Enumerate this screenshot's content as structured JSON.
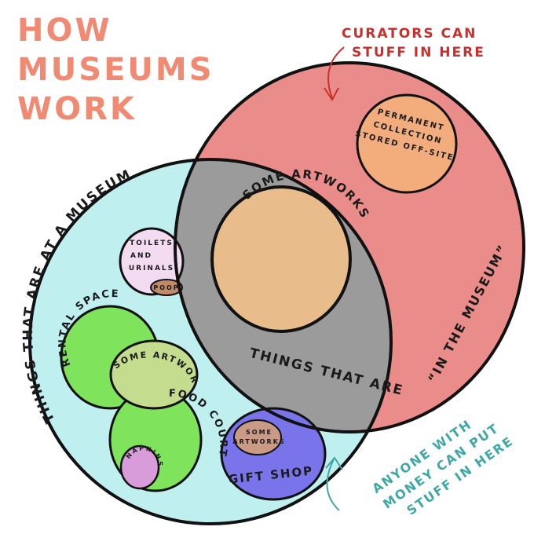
{
  "title_lines": [
    "HOW",
    "MUSEUMS",
    "WORK"
  ],
  "curators_note": [
    "CURATORS CAN",
    "STUFF IN HERE"
  ],
  "money_note": [
    "ANYONE WITH",
    "MONEY CAN PUT",
    "STUFF IN HERE"
  ],
  "labels": {
    "big_blue": "THINGS THAT ARE AT A MUSEUM",
    "big_red_a": "THINGS THAT ARE",
    "big_red_b": "“IN THE MUSEUM”",
    "some_artworks_center": "SOME ARTWORKS",
    "permanent": [
      "PERMANENT",
      "COLLECTION",
      "STORED OFF-SITE"
    ],
    "toilets": [
      "TOILETS",
      "AND",
      "URINALS"
    ],
    "poop": "POOP",
    "rental": "RENTAL SPACE",
    "some_artworks_rental": "SOME ARTWORKS",
    "food": "FOOD COURT",
    "napkins": "NAPKINS",
    "gift": "GIFT SHOP",
    "some_artworks_gift": [
      "SOME",
      "ARTWORKS"
    ]
  },
  "colors": {
    "title": "#f08a72",
    "blue_set": "#bff0ef",
    "red_set": "#e98c8a",
    "overlap": "#9b9b9b",
    "artworks": "#e9bd8b",
    "permanent": "#f3ad7c",
    "toilets": "#f3dcf1",
    "rental": "#7fe35c",
    "food": "#7fe35c",
    "rental_food_overlap": "#c3dc8e",
    "napkins": "#d79cd9",
    "gift": "#7a74ea",
    "gift_artworks": "#c99a86",
    "poop": "#c08a6a"
  }
}
